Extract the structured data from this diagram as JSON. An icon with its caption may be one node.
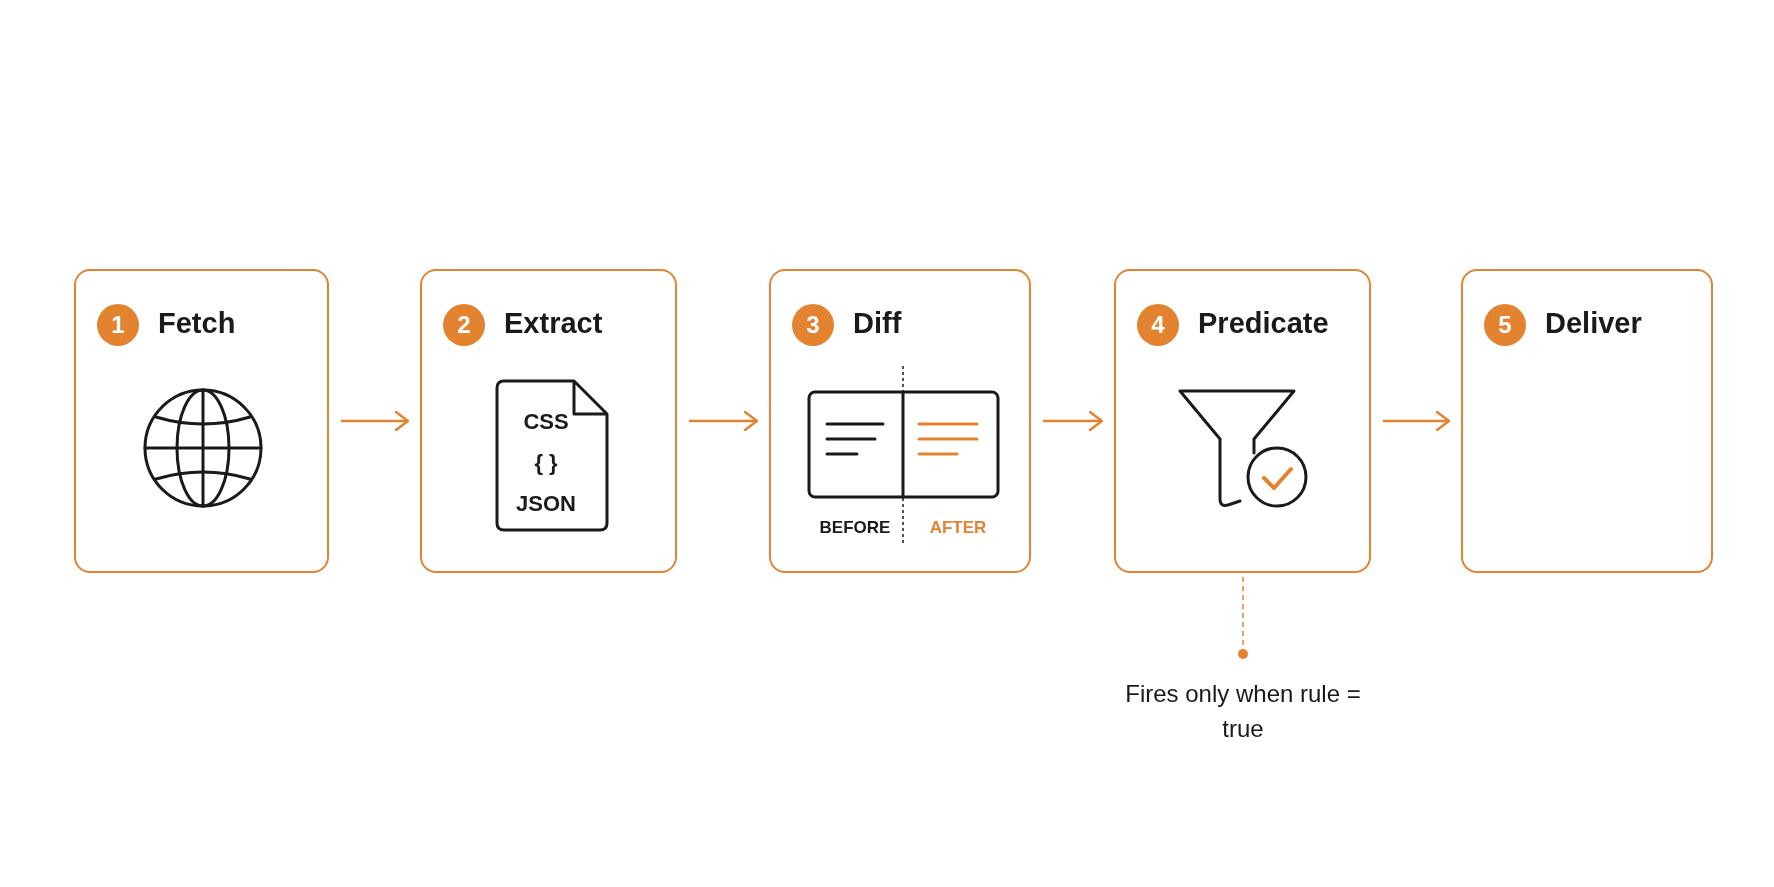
{
  "diagram": {
    "nodes": [
      {
        "text": [
          "1",
          "Fetch"
        ]
      },
      {
        "text": [
          "2",
          "Extract",
          "CSS",
          "{ }",
          "JSON"
        ]
      },
      {
        "text": [
          "3",
          "Diff",
          "BEFORE",
          "AFTER"
        ]
      },
      {
        "text": [
          "4",
          "Predicate"
        ]
      },
      {
        "text": [
          "5",
          "Deliver"
        ]
      },
      {
        "text": [
          "Fires only when rule = true"
        ]
      }
    ],
    "edges": [
      {
        "from": 0,
        "to": 1,
        "arrow": "to"
      },
      {
        "from": 1,
        "to": 2,
        "arrow": "to"
      },
      {
        "from": 2,
        "to": 3,
        "arrow": "to"
      },
      {
        "from": 3,
        "to": 4,
        "arrow": "to"
      },
      {
        "from": 5,
        "to": 3,
        "arrow": "other",
        "style": "dashed"
      }
    ]
  }
}
